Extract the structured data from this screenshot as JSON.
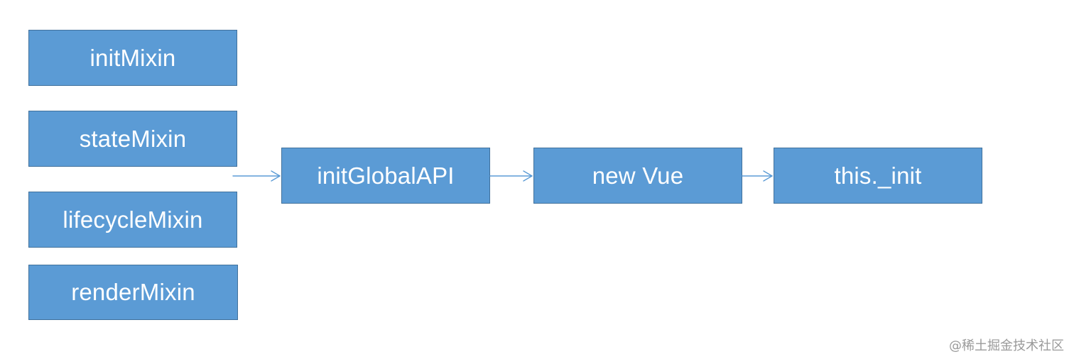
{
  "diagram": {
    "nodes": [
      {
        "id": "initMixin",
        "label": "initMixin"
      },
      {
        "id": "stateMixin",
        "label": "stateMixin"
      },
      {
        "id": "lifecycleMixin",
        "label": "lifecycleMixin"
      },
      {
        "id": "renderMixin",
        "label": "renderMixin"
      },
      {
        "id": "initGlobalAPI",
        "label": "initGlobalAPI"
      },
      {
        "id": "newVue",
        "label": "new Vue"
      },
      {
        "id": "thisInit",
        "label": "this._init"
      }
    ],
    "edges": [
      {
        "from": "mixins",
        "to": "initGlobalAPI"
      },
      {
        "from": "initGlobalAPI",
        "to": "newVue"
      },
      {
        "from": "newVue",
        "to": "thisInit"
      }
    ],
    "colors": {
      "box_fill": "#5b9bd5",
      "box_border": "#41719c",
      "arrow": "#5b9bd5",
      "text": "#ffffff"
    }
  },
  "watermark": "@稀土掘金技术社区"
}
